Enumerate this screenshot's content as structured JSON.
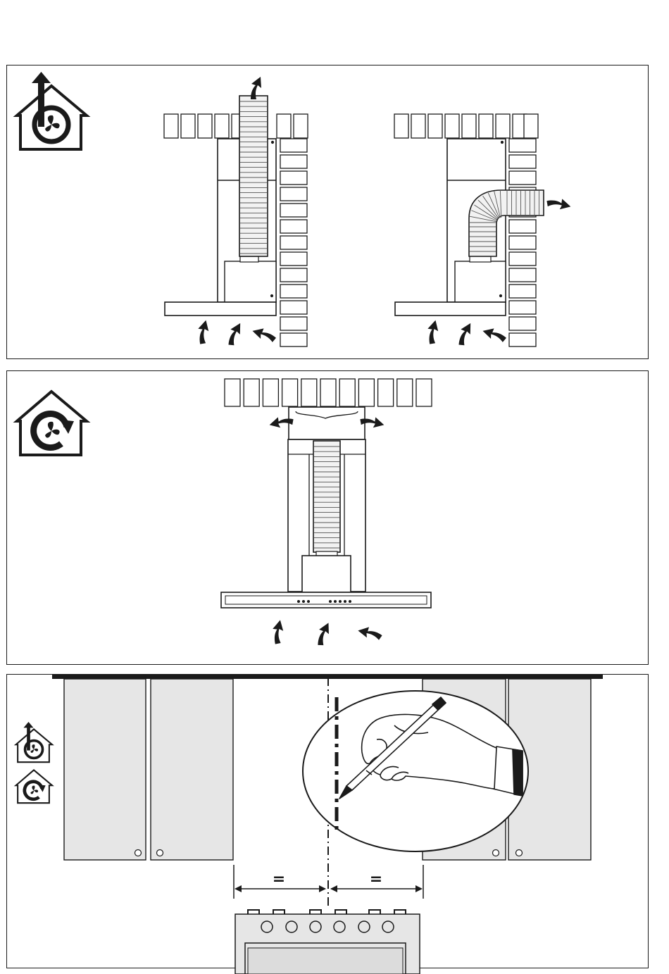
{
  "panels": [
    {
      "id": "ducted",
      "icon": "ducted-extraction-icon"
    },
    {
      "id": "recirculating",
      "icon": "recirculation-icon"
    },
    {
      "id": "marking",
      "icons": [
        "ducted-extraction-icon",
        "recirculation-icon"
      ]
    }
  ],
  "measure": {
    "left_label": "=",
    "right_label": "="
  },
  "colors": {
    "line": "#1a1a1a",
    "cabinet": "#e6e6e6",
    "duct": "#f2f2f2",
    "hatch": "#555555"
  }
}
